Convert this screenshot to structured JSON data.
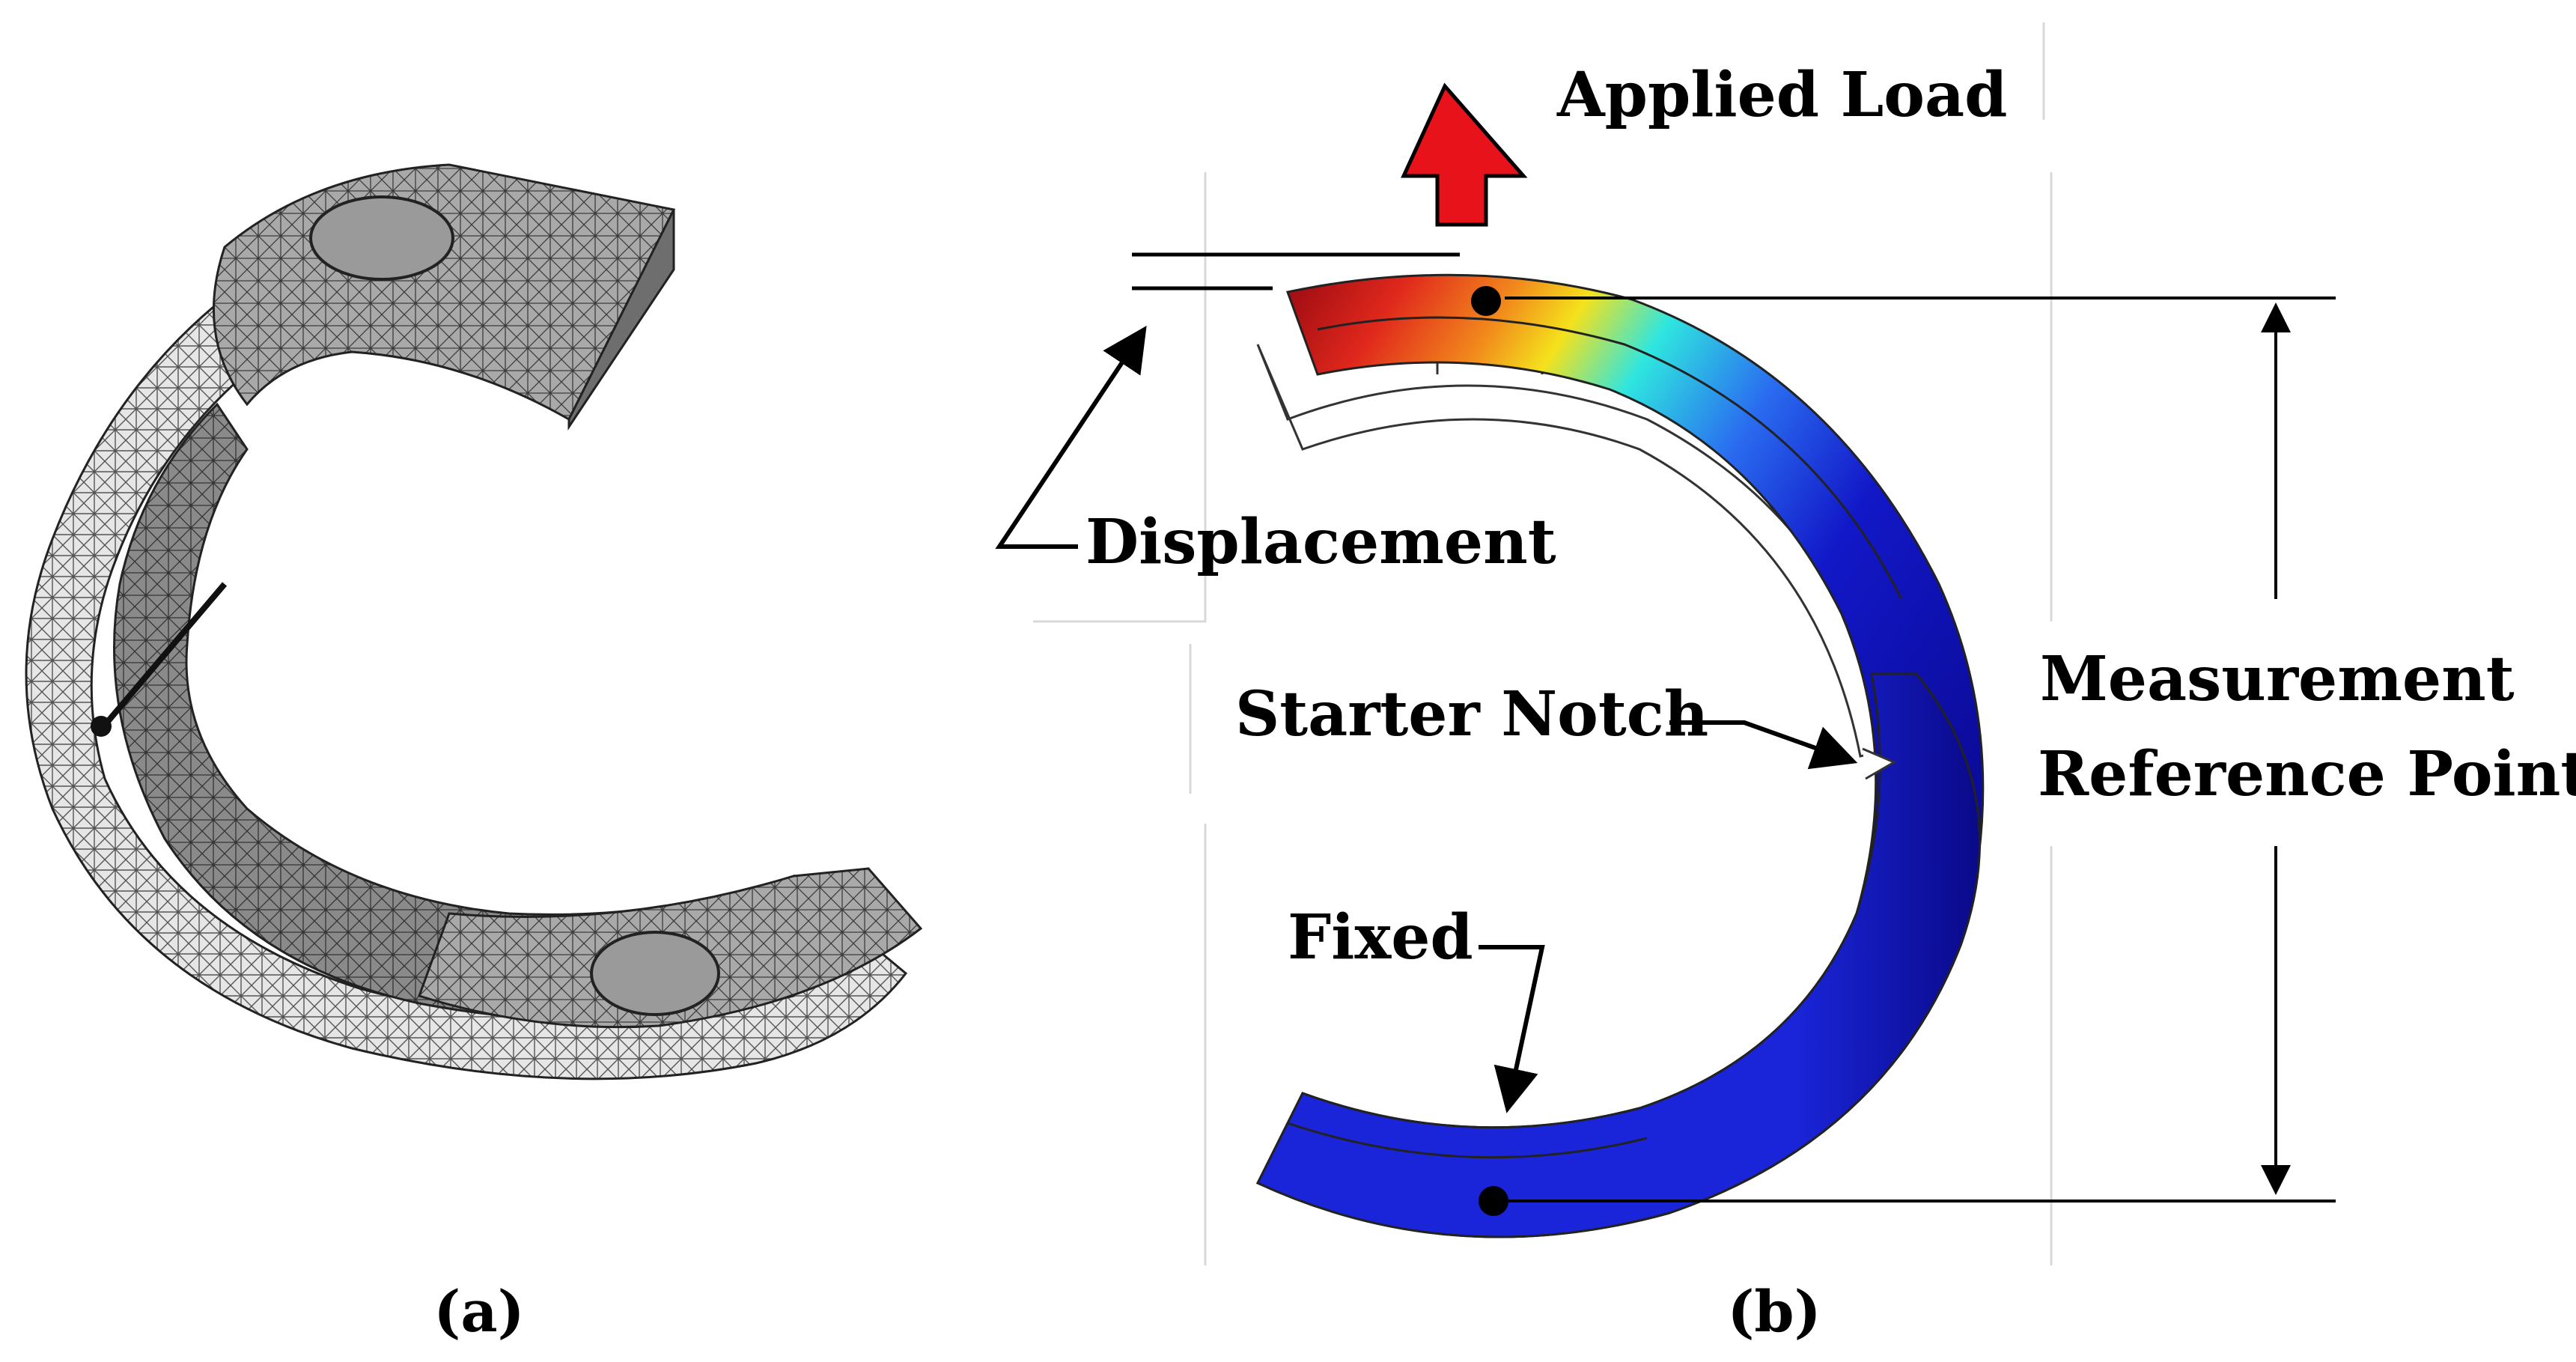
{
  "panel_a": {
    "label_open": "(",
    "label_letter": "a",
    "label_close": ")"
  },
  "panel_b": {
    "label_open": "(",
    "label_letter": "b",
    "label_close": ")",
    "annotations": {
      "applied_load": "Applied Load",
      "displacement": "Displacement",
      "starter_notch": "Starter Notch",
      "fixed": "Fixed",
      "measurement_line1": "Measurement",
      "measurement_line2": "Reference Points"
    },
    "colors": {
      "load_arrow": "#e8121a",
      "contour_high": "#c8141a",
      "contour_mid": "#f5e21a",
      "contour_cyan": "#2fe6df",
      "contour_low": "#1010b8",
      "mesh_light": "#e8e8e8",
      "mesh_dark": "#5a5a5a"
    }
  }
}
